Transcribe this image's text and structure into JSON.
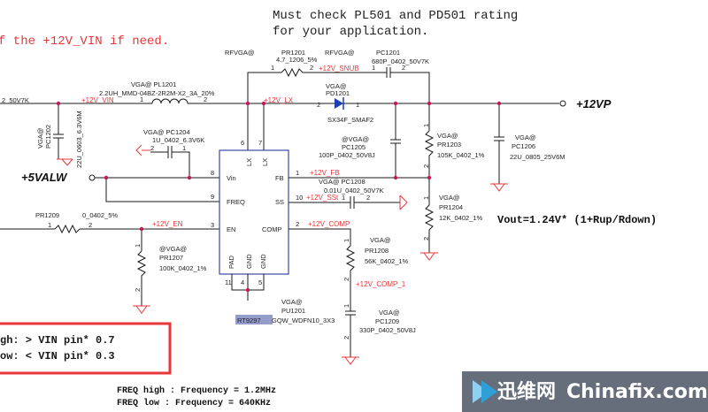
{
  "notes": {
    "top_line1": "Must check PL501 and PD501 rating",
    "top_line2": "for your application.",
    "left_red": "f the +12V_VIN if need.",
    "vout": "Vout=1.24V* (1+Rup/Rdown)",
    "freq_high": "FREQ high : Frequency = 1.2MHz",
    "freq_low": "FREQ low : Frequency = 640KHz",
    "box_high": "gh: > VIN pin* 0.7",
    "box_low": "ow: < VIN pin* 0.3"
  },
  "rails": {
    "v12vp": "+12VP",
    "v5valw": "+5VALW"
  },
  "nets": {
    "snub": "+12V_SNUB",
    "vin": "+12V_VIN",
    "lx": "+12V_LX",
    "fb": "+12V_FB",
    "ss": "+12V_SSt",
    "en": "+12V_EN",
    "comp": "+12V_COMP",
    "comp1": "+12V_COMP_1"
  },
  "parts": {
    "pr1201": {
      "pre": "RFVGA@",
      "ref": "PR1201",
      "val": "4.7_1206_5%"
    },
    "pc1201": {
      "pre": "RFVGA@",
      "ref": "PC1201",
      "val": "680P_0402_50V7K"
    },
    "pl1201": {
      "pre": "VGA@ PL1201",
      "val": "2.2UH_MMD-04BZ-2R2M-X2_3A_20%"
    },
    "pd1201": {
      "pre": "VGA@",
      "ref": "PD1201",
      "val": "SX34F_SMAF2"
    },
    "pc1202": {
      "pre": "VGA@",
      "ref": "PC1202",
      "val": "22U_0603_6.3V6M"
    },
    "pc1204": {
      "pre": "VGA@ PC1204",
      "val": "1U_0402_6.3V6K"
    },
    "pc1205": {
      "pre": "@VGA@",
      "ref": "PC1205",
      "val": "100P_0402_50V8J"
    },
    "pr1203": {
      "pre": "VGA@",
      "ref": "PR1203",
      "val": "105K_0402_1%"
    },
    "pc1206": {
      "pre": "VGA@",
      "ref": "PC1206",
      "val": "22U_0805_25V6M"
    },
    "pc1208": {
      "pre": "VGA@ PC1208",
      "val": "0.01U_0402_50V7K"
    },
    "pr1204": {
      "pre": "VGA@",
      "ref": "PR1204",
      "val": "12K_0402_1%"
    },
    "pr1209": {
      "ref": "PR1209",
      "val": "0_0402_5%"
    },
    "pr1207": {
      "pre": "@VGA@",
      "ref": "PR1207",
      "val": "100K_0402_1%"
    },
    "pr1208": {
      "pre": "VGA@",
      "ref": "PR1208",
      "val": "56K_0402_1%"
    },
    "pc1209": {
      "pre": "VGA@",
      "ref": "PC1209",
      "val": "330P_0402_50V8J"
    },
    "pu1201": {
      "pre": "VGA@",
      "ref": "PU1201",
      "val_a": "RT9297",
      "val_b": "GQW_WDFN10_3X3"
    }
  },
  "left_partial": "2_50V7K",
  "ic_pins": {
    "vin": "Vin",
    "freq": "FREQ",
    "en": "EN",
    "pad": "PAD",
    "gnd": "GND",
    "lx": "LX",
    "fb": "FB",
    "ss": "SS",
    "comp": "COMP"
  },
  "pin_numbers": {
    "p1": "1",
    "p2": "2",
    "p3": "3",
    "p4": "4",
    "p5": "5",
    "p6": "6",
    "p7": "7",
    "p8": "8",
    "p9": "9",
    "p10": "10",
    "p11": "11"
  },
  "watermark": {
    "cn": "迅维网",
    "en": "Chinafix.com"
  },
  "colors": {
    "net_red": "#e8363a",
    "junction": "#c2185b",
    "ic_border": "#3b4a9e",
    "wm_bg": "#4a5563"
  }
}
